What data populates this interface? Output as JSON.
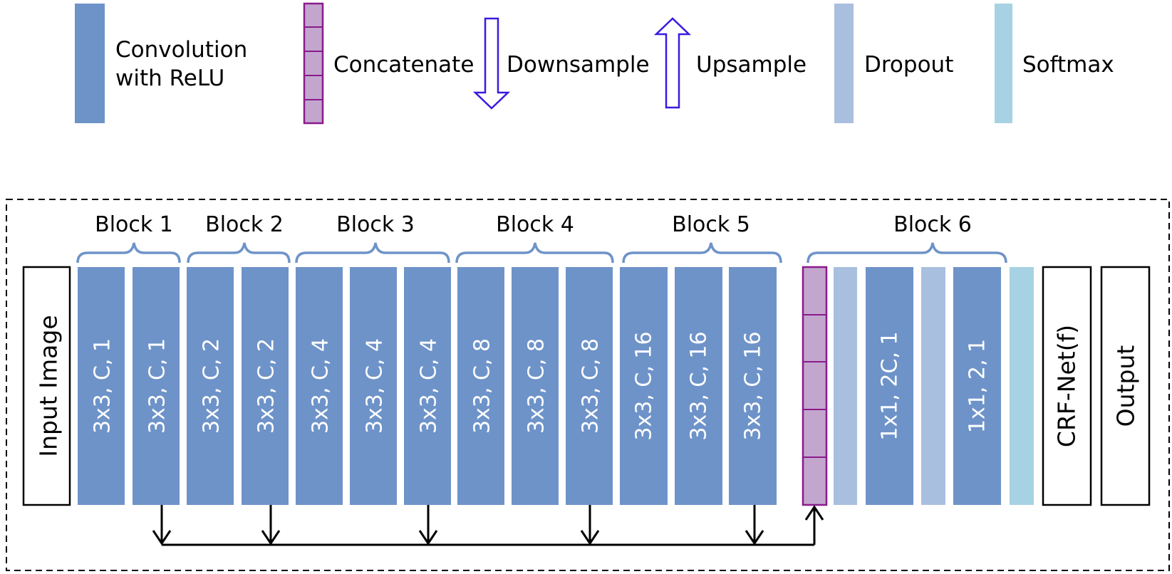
{
  "colors": {
    "conv": "#6E93C9",
    "concat_fill": "#C3A6CE",
    "concat_stroke": "#8B1A8B",
    "arrow_stroke": "#3A1AE0",
    "dropout": "#A9BFE0",
    "softmax": "#A6D2E3",
    "brace": "#6E93C9"
  },
  "legend": {
    "conv_line1": "Convolution",
    "conv_line2": "with ReLU",
    "concat": "Concatenate",
    "down": "Downsample",
    "up": "Upsample",
    "dropout": "Dropout",
    "softmax": "Softmax"
  },
  "blocks": [
    "Block 1",
    "Block 2",
    "Block 3",
    "Block 4",
    "Block 5",
    "Block 6"
  ],
  "input_label": "Input Image",
  "layers": [
    "3x3, C, 1",
    "3x3, C, 1",
    "3x3, C, 2",
    "3x3, C, 2",
    "3x3, C, 4",
    "3x3, C, 4",
    "3x3, C, 4",
    "3x3, C, 8",
    "3x3, C, 8",
    "3x3, C, 8",
    "3x3, C, 16",
    "3x3, C, 16",
    "3x3, C, 16"
  ],
  "block6_layers": [
    "1x1, 2C, 1",
    "1x1, 2, 1"
  ],
  "crf_label": "CRF-Net(f)",
  "output_label": "Output"
}
